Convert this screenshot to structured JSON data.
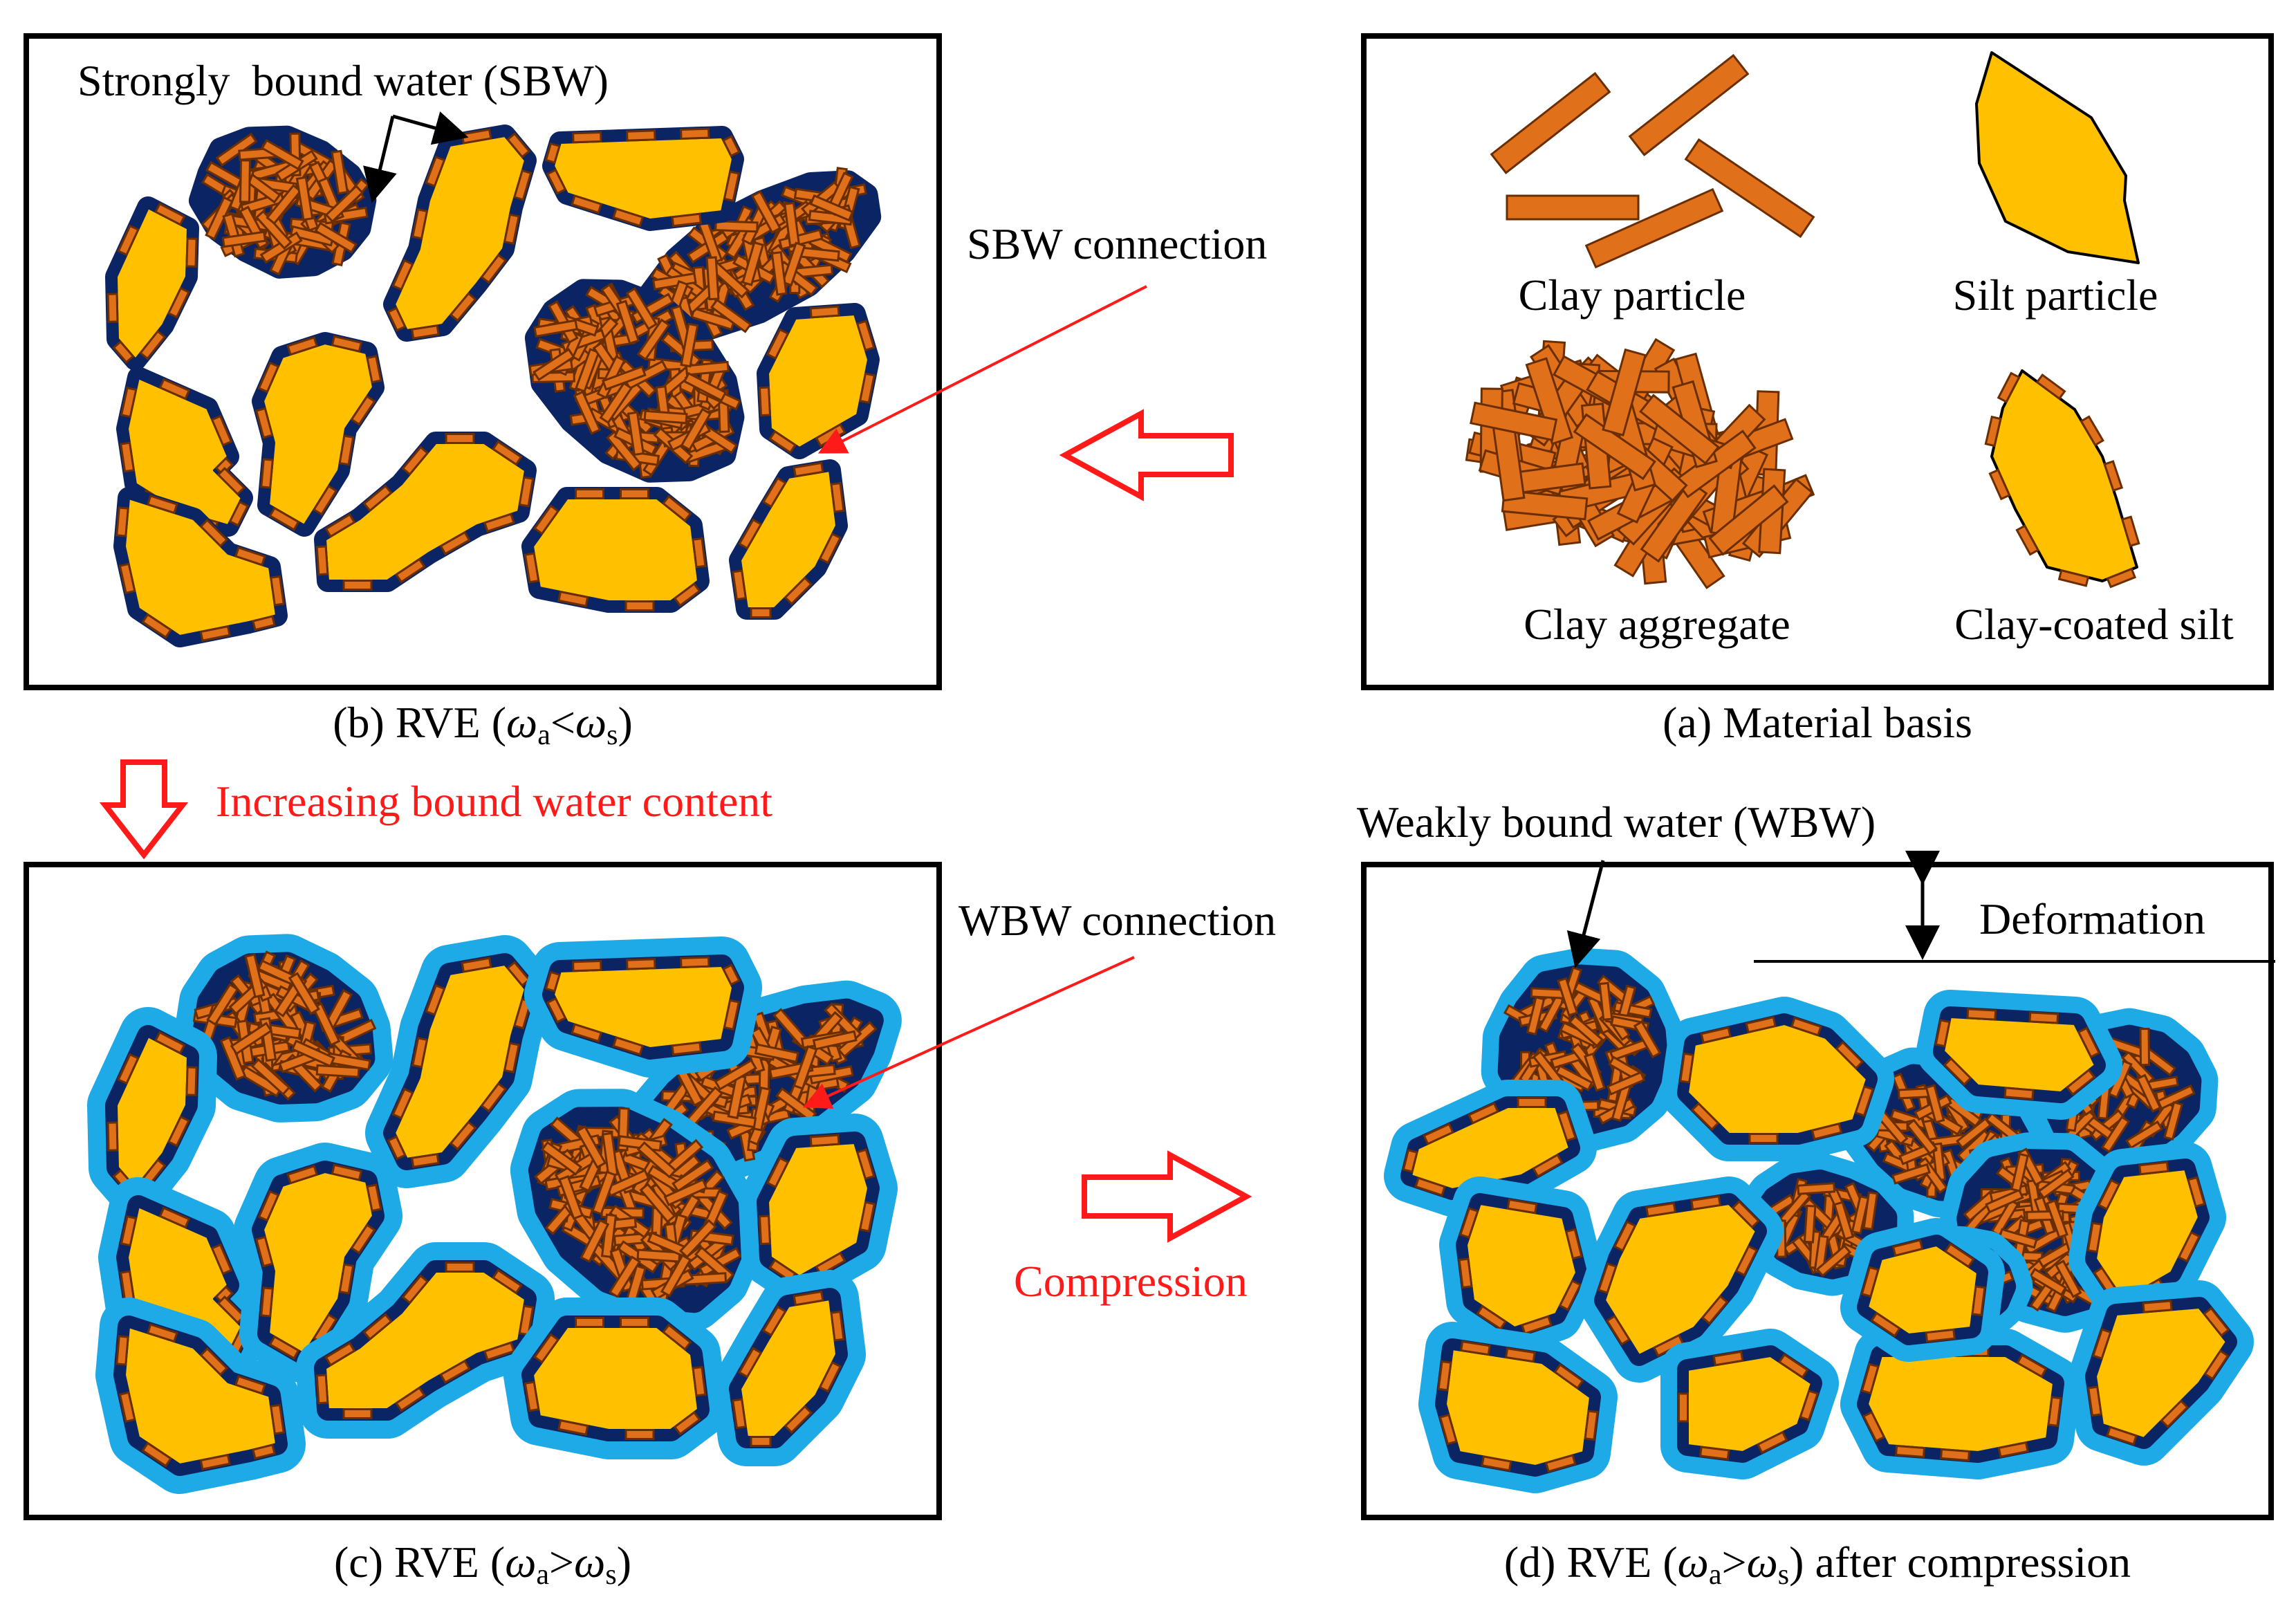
{
  "colors": {
    "clay": "#e0701a",
    "clay_stroke": "#6b2e00",
    "silt": "#ffc000",
    "sbw": "#0b2463",
    "wbw": "#1eaae6",
    "accent_red": "#ff1a1a"
  },
  "panel_a": {
    "clay_particle": "Clay particle",
    "silt_particle": "Silt particle",
    "clay_aggregate": "Clay aggregate",
    "clay_coated_silt": "Clay-coated silt",
    "caption": "(a) Material basis"
  },
  "panel_b": {
    "sbw_label": "Strongly  bound water (SBW)",
    "sbw_connection": "SBW connection",
    "caption_pre": "(b) RVE (",
    "omega": "ω",
    "sub_a": "a",
    "rel": "<",
    "sub_s": "s",
    "caption_post": ")"
  },
  "panel_c": {
    "increasing_label": "Increasing bound water content",
    "wbw_connection": "WBW connection",
    "caption_pre": "(c) RVE (",
    "omega": "ω",
    "sub_a": "a",
    "rel": ">",
    "sub_s": "s",
    "caption_post": ")"
  },
  "panel_d": {
    "wbw_label": "Weakly bound water (WBW)",
    "deformation": "Deformation",
    "compression": "Compression",
    "caption_pre": "(d) RVE (",
    "omega": "ω",
    "sub_a": "a",
    "rel": ">",
    "sub_s": "s",
    "caption_post": ") after compression"
  }
}
